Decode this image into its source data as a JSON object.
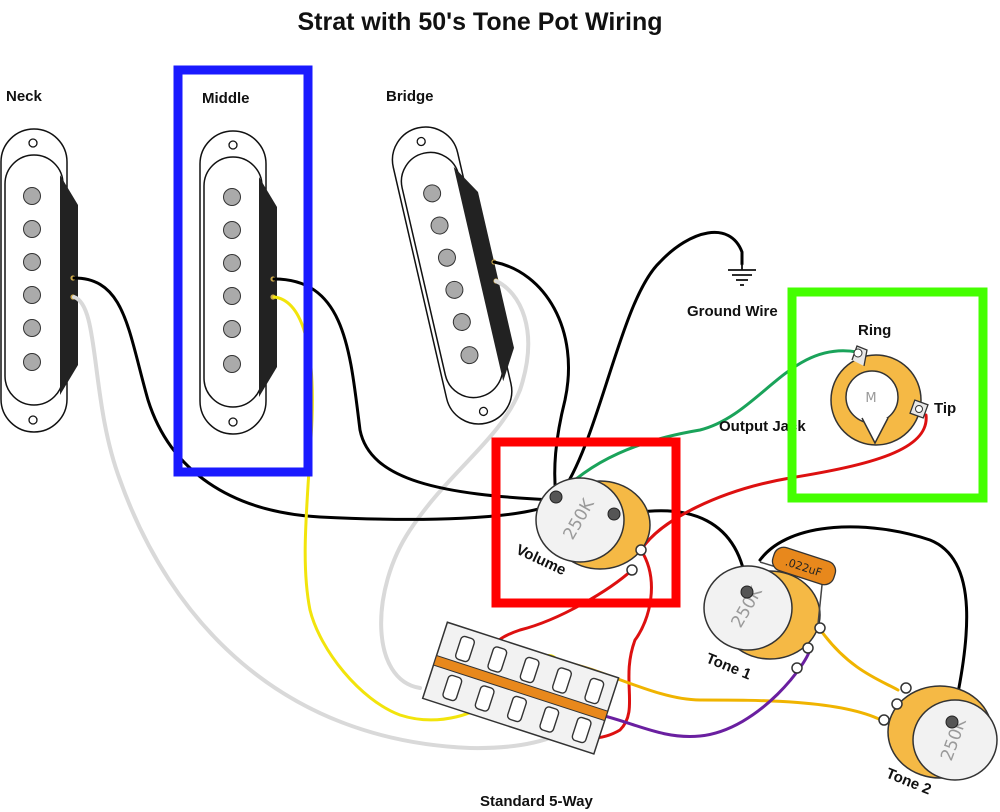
{
  "title": "Strat with 50's Tone Pot Wiring",
  "labels": {
    "neck": "Neck",
    "middle": "Middle",
    "bridge": "Bridge",
    "ground_wire": "Ground Wire",
    "ring": "Ring",
    "tip": "Tip",
    "output_jack": "Output Jack",
    "volume": "Volume",
    "tone1": "Tone 1",
    "tone2": "Tone 2",
    "switch": "Standard 5-Way"
  },
  "pots": {
    "volume_value": "250K",
    "tone1_value": "250K",
    "tone2_value": "250K"
  },
  "capacitor": ".022uF",
  "jack_letter": "M",
  "highlight_colors": {
    "middle_box": "#1a1aff",
    "output_jack_box": "#44ff00",
    "volume_box": "#ff0000"
  },
  "wire_colors": {
    "black": "#000000",
    "white": "#d9d9d9",
    "yellow": "#f2e40c",
    "red": "#dd1010",
    "green": "#1aa35a",
    "purple": "#6a1fa0",
    "orange": "#f0b400"
  }
}
